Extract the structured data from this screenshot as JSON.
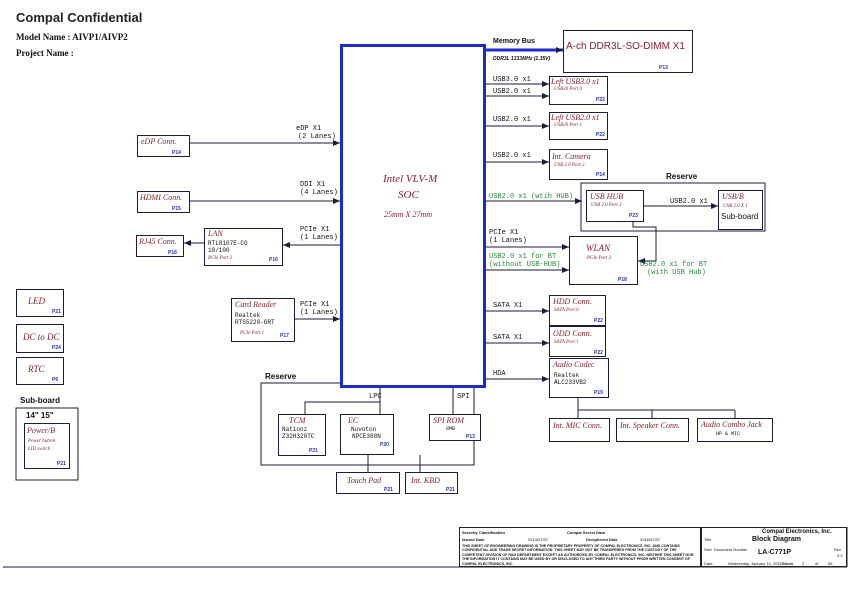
{
  "header": {
    "title": "Compal Confidential",
    "model_label": "Model Name : AIVP1/AIVP2",
    "project_label": "Project Name :"
  },
  "soc": {
    "name": "Intel VLV-M",
    "type": "SOC",
    "size": "25mm X 27mm"
  },
  "memory": {
    "bus_label": "Memory Bus",
    "spec": "DDR3L 1333MHz (1.35V)",
    "dimm": "A-ch DDR3L-SO-DIMM X1",
    "page": "P13"
  },
  "right_links": {
    "usb30": "USB3.0 x1",
    "usb20_a": "USB2.0 x1",
    "usb20_b": "USB2.0 x1",
    "usb20_c": "USB2.0 x1",
    "usb_hub": "USB2.0 x1 (wtih HUB)",
    "usb_hub_out": "USB2.0 x1",
    "pcie": "PCIe X1",
    "pcie_lanes": "(1 Lanes)",
    "bt1": "USB2.0 x1 for BT",
    "bt1b": "(without USB-HUB)",
    "bt2": "USB2.0 x1 for BT",
    "bt2b": "(with USB Hub)",
    "sata1": "SATA X1",
    "sata2": "SATA X1",
    "hda": "HDA",
    "lpc": "LPC",
    "spi": "SPI"
  },
  "left_links": {
    "edp": "eDP X1",
    "edp_lanes": "(2 Lanes)",
    "ddi": "DDI X1",
    "ddi_lanes": "(4 Lanes)",
    "pcie_lan": "PCIe X1",
    "pcie_lan_lanes": "(1 Lanes)",
    "pcie_cr": "PCIe X1",
    "pcie_cr_lanes": "(1 Lanes)"
  },
  "blocks": {
    "usb3_left": {
      "name": "Left USB3.0 x1",
      "sub": "USB30 Port 0",
      "page": "P22"
    },
    "usb2_left": {
      "name": "Left USB2.0 x1",
      "sub": "USB20 Port 1",
      "page": "P22"
    },
    "camera": {
      "name": "Int. Camera",
      "sub": "USB 2.0 Port 2",
      "page": "P14"
    },
    "usb_hub": {
      "name": "USB HUB",
      "sub": "USB 2.0 Port 3",
      "page": "P23"
    },
    "usbb": {
      "name": "USB/B",
      "sub": "USB 2.0 X 1",
      "extra": "Sub-board"
    },
    "wlan": {
      "name": "WLAN",
      "sub": "PCIe Port 3",
      "page": "P18"
    },
    "hdd": {
      "name": "HDD Conn.",
      "sub": "SATA Port 0",
      "page": "P22"
    },
    "odd": {
      "name": "ODD Conn.",
      "sub": "SATA Port 1",
      "page": "P22"
    },
    "audio": {
      "name": "Audio Codec",
      "vendor": "Realtek",
      "part": "ALC233VB2",
      "page": "P19"
    },
    "mic": {
      "name": "Int. MIC Conn."
    },
    "speaker": {
      "name": "Int. Speaker Conn."
    },
    "combo": {
      "name": "Audio Combo Jack",
      "sub": "HP & MIC"
    },
    "edp": {
      "name": "eDP Conn.",
      "page": "P14"
    },
    "hdmi": {
      "name": "HDMI Conn.",
      "page": "P15"
    },
    "lan": {
      "name": "LAN",
      "vendor": "RTL8107E-CG",
      "part": "10/100",
      "sub": "PCIe Port 2",
      "page": "P16"
    },
    "rj45": {
      "name": "RJ45 Conn.",
      "page": "P16"
    },
    "card": {
      "name": "Card Reader",
      "vendor": "Realtek",
      "part": "RTS5220-GRT",
      "sub": "PCIe Port 1",
      "page": "P17"
    },
    "tcm": {
      "name": "TCM",
      "vendor": "Nationz",
      "part": "Z32H320TC",
      "page": "P21"
    },
    "ec": {
      "name": "EC",
      "vendor": "Nuvoton",
      "part": "NPCE388N",
      "page": "P20"
    },
    "spirom": {
      "name": "SPI ROM",
      "sub": "8MB",
      "page": "P13"
    },
    "touchpad": {
      "name": "Touch Pad",
      "page": "P21"
    },
    "kbd": {
      "name": "Int. KBD",
      "page": "P21"
    },
    "led": {
      "name": "LED",
      "page": "P21"
    },
    "dcdc": {
      "name": "DC to DC",
      "page": "P24"
    },
    "rtc": {
      "name": "RTC",
      "page": "P6"
    },
    "powerb": {
      "name": "Power/B",
      "l1": "Power button",
      "l2": "LID switch",
      "page": "P21"
    }
  },
  "labels": {
    "reserve_top": "Reserve",
    "reserve_bottom": "Reserve",
    "subboard": "Sub-board",
    "subboard_sizes": "14\"  15\""
  },
  "title_block": {
    "security": "Security Classification",
    "secret": "Compal Secret Data",
    "issued_label": "Issued Date",
    "issued": "2014/07/07",
    "deciphered_label": "Deciphered Date",
    "deciphered": "2016/07/07",
    "company": "Compal Electronics, Inc.",
    "title_label": "Title",
    "title": "Block Diagram",
    "size_label": "Size",
    "doc_label": "Document Number",
    "doc": "LA-C771P",
    "rev_label": "Rev",
    "rev": "0.2",
    "date_label": "Date:",
    "date": "Wednesday, January 14, 2015",
    "sheet_label": "Sheet",
    "sheet": "2",
    "of_label": "of",
    "of": "56",
    "notice": "THIS SHEET OF ENGINEERING DRAWING IS THE PROPRIETARY PROPERTY OF COMPAL ELECTRONICS, INC. AND CONTAINS CONFIDENTIAL AND TRADE SECRET INFORMATION. THIS SHEET MAY NOT BE TRANSFERED FROM THE CUSTODY OF THE COMPETENT DIVISION OF R&D DEPARTMENT EXCEPT AS AUTHORIZED BY COMPAL ELECTRONICS, INC. NEITHER THIS SHEET NOR THE INFORMATION IT CONTAINS MAY BE USED BY OR DISCLOSED TO ANY THIRD PARTY WITHOUT PRIOR WRITTEN CONSENT OF COMPAL ELECTRONICS, INC."
  }
}
